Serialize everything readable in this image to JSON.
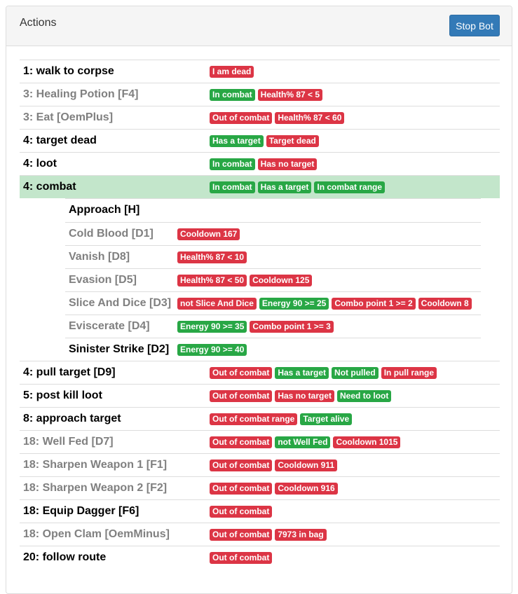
{
  "panel": {
    "title": "Actions",
    "stop_button": "Stop Bot"
  },
  "colors": {
    "red": "#dc3545",
    "green": "#28a745",
    "active_row": "#c3e6cb",
    "button": "#337ab7"
  },
  "actions": [
    {
      "name": "1: walk to corpse",
      "dim": false,
      "conditions": [
        {
          "text": "I am dead",
          "ok": false
        }
      ]
    },
    {
      "name": "3: Healing Potion [F4]",
      "dim": true,
      "conditions": [
        {
          "text": "In combat",
          "ok": true
        },
        {
          "text": "Health% 87 < 5",
          "ok": false
        }
      ]
    },
    {
      "name": "3: Eat [OemPlus]",
      "dim": true,
      "conditions": [
        {
          "text": "Out of combat",
          "ok": false
        },
        {
          "text": "Health% 87 < 60",
          "ok": false
        }
      ]
    },
    {
      "name": "4: target dead",
      "dim": false,
      "conditions": [
        {
          "text": "Has a target",
          "ok": true
        },
        {
          "text": "Target dead",
          "ok": false
        }
      ]
    },
    {
      "name": "4: loot",
      "dim": false,
      "conditions": [
        {
          "text": "In combat",
          "ok": true
        },
        {
          "text": "Has no target",
          "ok": false
        }
      ]
    },
    {
      "name": "4: combat",
      "dim": false,
      "active": true,
      "conditions": [
        {
          "text": "In combat",
          "ok": true
        },
        {
          "text": "Has a target",
          "ok": true
        },
        {
          "text": "In combat range",
          "ok": true
        }
      ],
      "sub": [
        {
          "name": "Approach [H]",
          "dim": false,
          "conditions": []
        },
        {
          "name": "Cold Blood [D1]",
          "dim": true,
          "conditions": [
            {
              "text": "Cooldown 167",
              "ok": false
            }
          ]
        },
        {
          "name": "Vanish [D8]",
          "dim": true,
          "conditions": [
            {
              "text": "Health% 87 < 10",
              "ok": false
            }
          ]
        },
        {
          "name": "Evasion [D5]",
          "dim": true,
          "conditions": [
            {
              "text": "Health% 87 < 50",
              "ok": false
            },
            {
              "text": "Cooldown 125",
              "ok": false
            }
          ]
        },
        {
          "name": "Slice And Dice [D3]",
          "dim": true,
          "conditions": [
            {
              "text": "not Slice And Dice",
              "ok": false
            },
            {
              "text": "Energy 90 >= 25",
              "ok": true
            },
            {
              "text": "Combo point 1 >= 2",
              "ok": false
            },
            {
              "text": "Cooldown 8",
              "ok": false
            }
          ]
        },
        {
          "name": "Eviscerate [D4]",
          "dim": true,
          "conditions": [
            {
              "text": "Energy 90 >= 35",
              "ok": true
            },
            {
              "text": "Combo point 1 >= 3",
              "ok": false
            }
          ]
        },
        {
          "name": "Sinister Strike [D2]",
          "dim": false,
          "conditions": [
            {
              "text": "Energy 90 >= 40",
              "ok": true
            }
          ]
        }
      ]
    },
    {
      "name": "4: pull target [D9]",
      "dim": false,
      "conditions": [
        {
          "text": "Out of combat",
          "ok": false
        },
        {
          "text": "Has a target",
          "ok": true
        },
        {
          "text": "Not pulled",
          "ok": true
        },
        {
          "text": "In pull range",
          "ok": false
        }
      ]
    },
    {
      "name": "5: post kill loot",
      "dim": false,
      "conditions": [
        {
          "text": "Out of combat",
          "ok": false
        },
        {
          "text": "Has no target",
          "ok": false
        },
        {
          "text": "Need to loot",
          "ok": true
        }
      ]
    },
    {
      "name": "8: approach target",
      "dim": false,
      "conditions": [
        {
          "text": "Out of combat range",
          "ok": false
        },
        {
          "text": "Target alive",
          "ok": true
        }
      ]
    },
    {
      "name": "18: Well Fed [D7]",
      "dim": true,
      "conditions": [
        {
          "text": "Out of combat",
          "ok": false
        },
        {
          "text": "not Well Fed",
          "ok": true
        },
        {
          "text": "Cooldown 1015",
          "ok": false
        }
      ]
    },
    {
      "name": "18: Sharpen Weapon 1 [F1]",
      "dim": true,
      "conditions": [
        {
          "text": "Out of combat",
          "ok": false
        },
        {
          "text": "Cooldown 911",
          "ok": false
        }
      ]
    },
    {
      "name": "18: Sharpen Weapon 2 [F2]",
      "dim": true,
      "conditions": [
        {
          "text": "Out of combat",
          "ok": false
        },
        {
          "text": "Cooldown 916",
          "ok": false
        }
      ]
    },
    {
      "name": "18: Equip Dagger [F6]",
      "dim": false,
      "conditions": [
        {
          "text": "Out of combat",
          "ok": false
        }
      ]
    },
    {
      "name": "18: Open Clam [OemMinus]",
      "dim": true,
      "conditions": [
        {
          "text": "Out of combat",
          "ok": false
        },
        {
          "text": "7973 in bag",
          "ok": false
        }
      ]
    },
    {
      "name": "20: follow route",
      "dim": false,
      "conditions": [
        {
          "text": "Out of combat",
          "ok": false
        }
      ]
    }
  ]
}
